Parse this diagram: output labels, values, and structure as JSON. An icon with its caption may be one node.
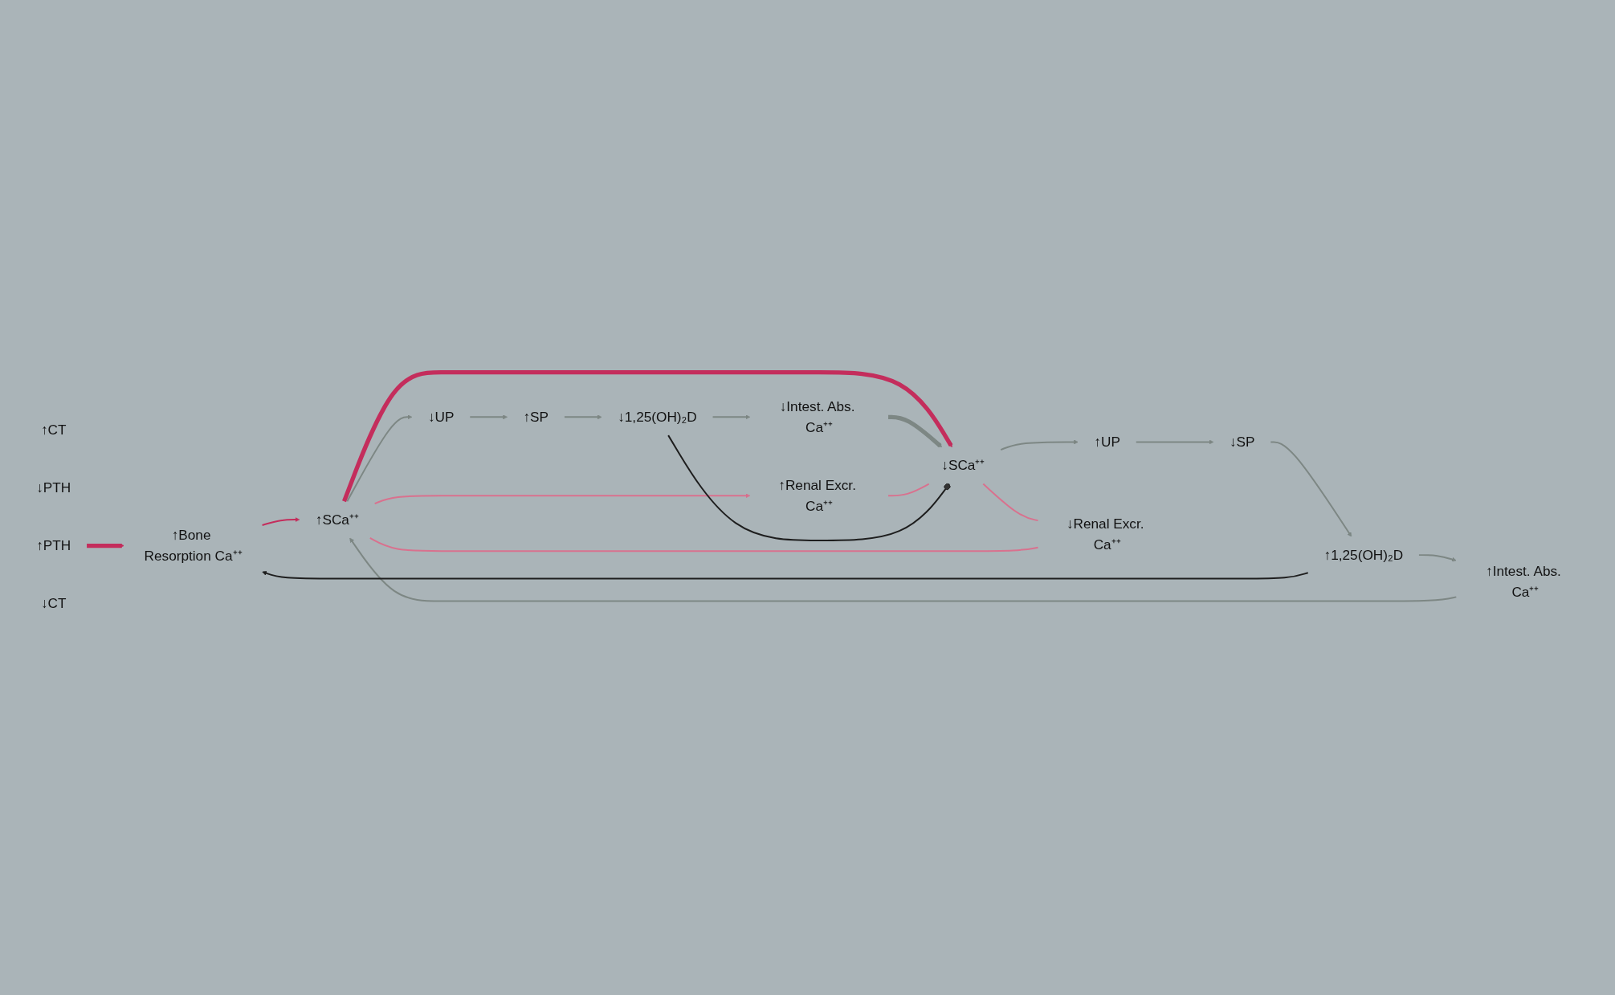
{
  "diagram": {
    "nodes": [
      {
        "text": [
          "↑Bone Resorption Ca⁺⁺"
        ]
      },
      {
        "text": [
          "↑CT"
        ]
      },
      {
        "text": [
          "↑SCa⁺⁺"
        ]
      },
      {
        "text": [
          "↓PTH"
        ]
      },
      {
        "text": [
          "↓UP"
        ]
      },
      {
        "text": [
          "↑SP"
        ]
      },
      {
        "text": [
          "↓1,25(OH)₂D"
        ]
      },
      {
        "text": [
          "↓Intest. Abs. Ca⁺⁺"
        ]
      },
      {
        "text": [
          "↑Renal Excr. Ca⁺⁺"
        ]
      },
      {
        "text": [
          "↑PTH"
        ]
      },
      {
        "text": [
          "↓SCa⁺⁺"
        ]
      },
      {
        "text": [
          "↓CT"
        ]
      },
      {
        "text": [
          "↑UP"
        ]
      },
      {
        "text": [
          "↓SP"
        ]
      },
      {
        "text": [
          "↑1,25(OH)₂D"
        ]
      },
      {
        "text": [
          "↑Intest. Abs. Ca⁺⁺"
        ]
      },
      {
        "text": [
          "↓Renal Excr. Ca⁺⁺"
        ]
      }
    ],
    "edges": [
      {
        "from": 9,
        "to": 0,
        "arrow": "to",
        "style": "thick",
        "color": "#c42d5c"
      },
      {
        "from": 0,
        "to": 2,
        "arrow": "to",
        "color": "#c42d5c"
      },
      {
        "from": 2,
        "to": 10,
        "arrow": "to",
        "style": "thick",
        "color": "#c42d5c"
      },
      {
        "from": 2,
        "to": 4,
        "arrow": "to"
      },
      {
        "from": 4,
        "to": 5,
        "arrow": "to"
      },
      {
        "from": 5,
        "to": 6,
        "arrow": "to"
      },
      {
        "from": 6,
        "to": 7,
        "arrow": "to"
      },
      {
        "from": 7,
        "to": 10,
        "arrow": "to",
        "style": "thick"
      },
      {
        "from": 2,
        "to": 8,
        "arrow": "to",
        "color": "#d9718e"
      },
      {
        "from": 8,
        "to": 10,
        "arrow": "none",
        "color": "#d9718e"
      },
      {
        "from": 10,
        "to": 12,
        "arrow": "to"
      },
      {
        "from": 12,
        "to": 13,
        "arrow": "to"
      },
      {
        "from": 13,
        "to": 14,
        "arrow": "to"
      },
      {
        "from": 14,
        "to": 15,
        "arrow": "to"
      },
      {
        "from": 15,
        "to": 2,
        "arrow": "to"
      },
      {
        "from": 10,
        "to": 16,
        "arrow": "none",
        "color": "#d9718e"
      },
      {
        "from": 16,
        "to": 2,
        "arrow": "none",
        "color": "#d9718e"
      },
      {
        "from": 14,
        "to": 0,
        "arrow": "to",
        "color": "#1e1e1e"
      },
      {
        "from": 6,
        "to": 10,
        "arrow": "other",
        "color": "#1e1e1e"
      }
    ]
  }
}
